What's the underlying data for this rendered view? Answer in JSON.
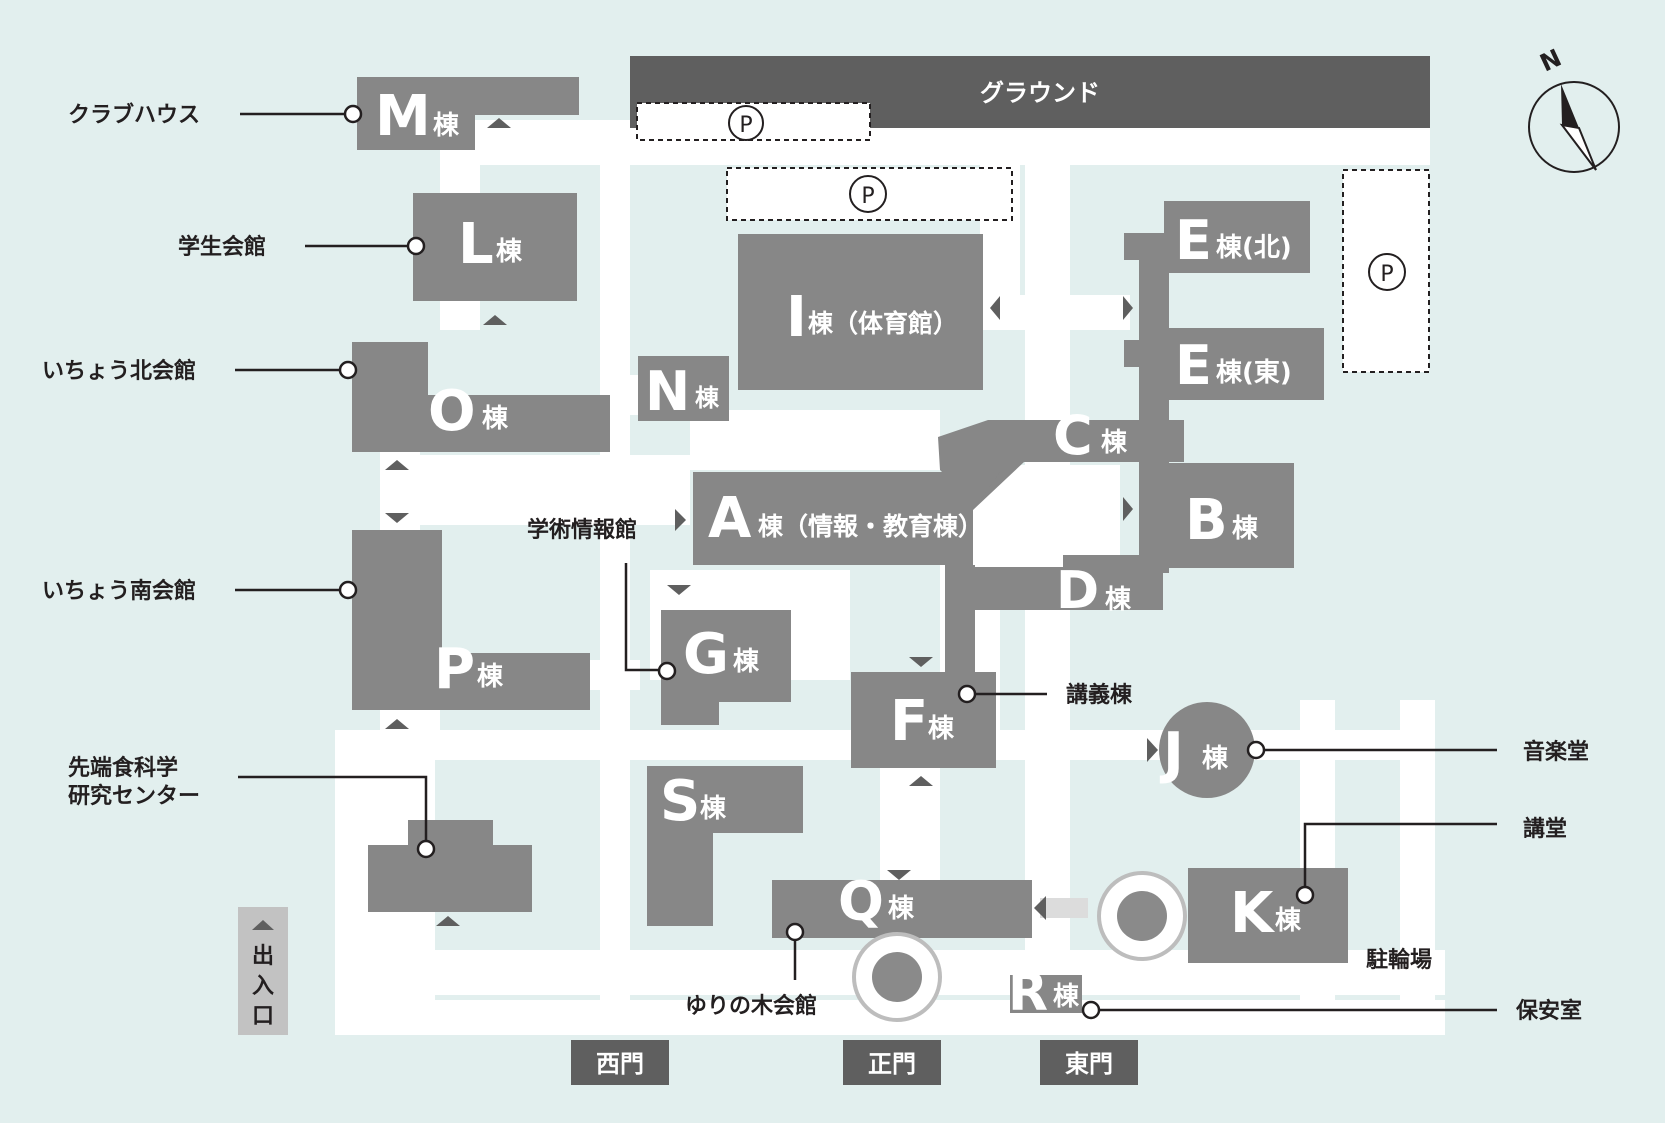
{
  "ground": "グラウンド",
  "parking_symbol": "P",
  "compass": "N",
  "entrance": "出入口",
  "buildings": {
    "M": {
      "letter": "M",
      "suffix": "棟"
    },
    "L": {
      "letter": "L",
      "suffix": "棟"
    },
    "O": {
      "letter": "O",
      "suffix": "棟"
    },
    "P": {
      "letter": "P",
      "suffix": "棟"
    },
    "N": {
      "letter": "N",
      "suffix": "棟"
    },
    "I": {
      "letter": "I",
      "suffix": "棟（体育館）"
    },
    "E_north": {
      "letter": "E",
      "suffix": "棟(北)"
    },
    "E_east": {
      "letter": "E",
      "suffix": "棟(東)"
    },
    "C": {
      "letter": "C",
      "suffix": "棟"
    },
    "A": {
      "letter": "A",
      "suffix": "棟（情報・教育棟）"
    },
    "B": {
      "letter": "B",
      "suffix": "棟"
    },
    "D": {
      "letter": "D",
      "suffix": "棟"
    },
    "G": {
      "letter": "G",
      "suffix": "棟"
    },
    "F": {
      "letter": "F",
      "suffix": "棟"
    },
    "J": {
      "letter": "J",
      "suffix": "棟"
    },
    "S": {
      "letter": "S",
      "suffix": "棟"
    },
    "Q": {
      "letter": "Q",
      "suffix": "棟"
    },
    "K": {
      "letter": "K",
      "suffix": "棟"
    },
    "R": {
      "letter": "R",
      "suffix": "棟"
    }
  },
  "labels": {
    "clubhouse": "クラブハウス",
    "student_hall": "学生会館",
    "icho_north": "いちょう北会館",
    "icho_south": "いちょう南会館",
    "food_science_1": "先端食科学",
    "food_science_2": "研究センター",
    "info_library": "学術情報館",
    "lecture": "講義棟",
    "music_hall": "音楽堂",
    "auditorium": "講堂",
    "bicycle": "駐輪場",
    "security": "保安室",
    "yurinoki": "ゆりの木会館"
  },
  "gates": {
    "west": "西門",
    "main": "正門",
    "east": "東門"
  }
}
